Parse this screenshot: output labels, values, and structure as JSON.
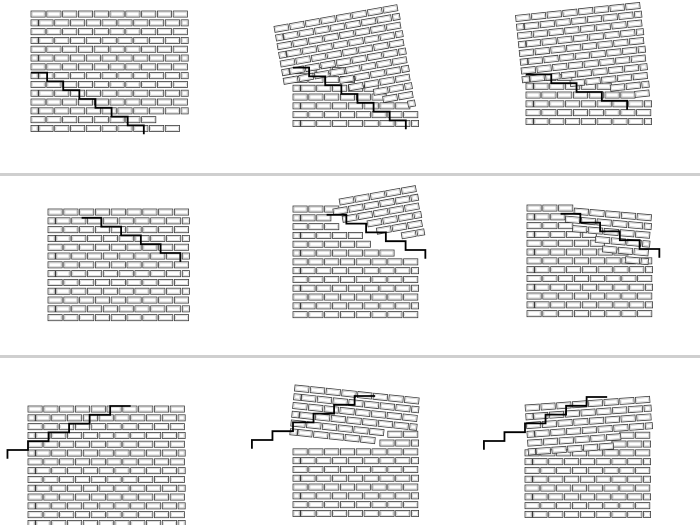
{
  "figure": {
    "layout": {
      "rows": 3,
      "cols": 3
    },
    "colors": {
      "background": "#ffffff",
      "brick_stroke": "#3a3a3a",
      "crack": "#000000",
      "divider": "#cfcfcf"
    },
    "panels": [
      {
        "row": 1,
        "col": 1,
        "name": "row1-col1"
      },
      {
        "row": 1,
        "col": 2,
        "name": "row1-col2"
      },
      {
        "row": 1,
        "col": 3,
        "name": "row1-col3"
      },
      {
        "row": 2,
        "col": 1,
        "name": "row2-col1"
      },
      {
        "row": 2,
        "col": 2,
        "name": "row2-col2"
      },
      {
        "row": 2,
        "col": 3,
        "name": "row2-col3"
      },
      {
        "row": 3,
        "col": 1,
        "name": "row3-col1"
      },
      {
        "row": 3,
        "col": 2,
        "name": "row3-col2"
      },
      {
        "row": 3,
        "col": 3,
        "name": "row3-col3"
      }
    ]
  }
}
